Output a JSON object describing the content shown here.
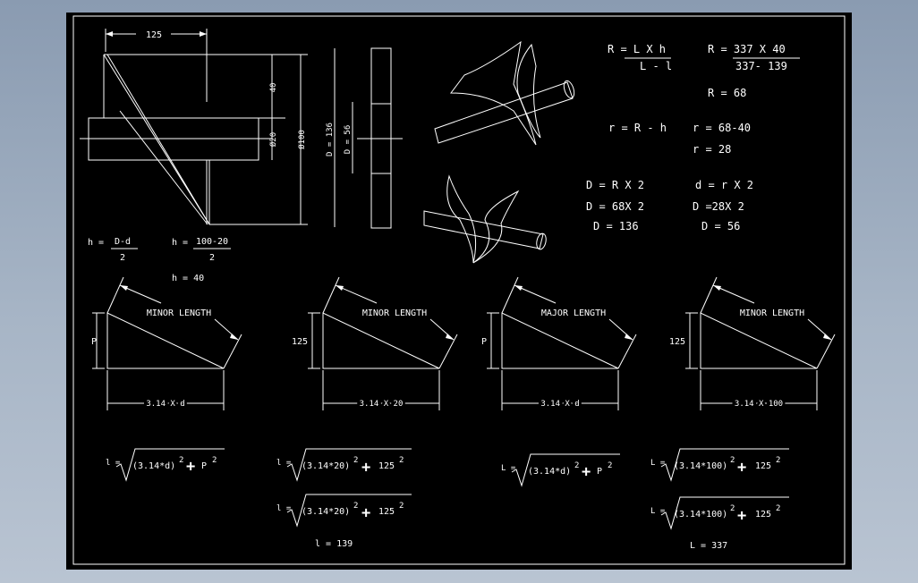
{
  "theme": {
    "background": "#000000",
    "stroke": "#ffffff",
    "frame_outer": "#8a9bb1"
  },
  "elevation": {
    "width_dim": "125",
    "dims": [
      "40",
      "Ø20",
      "Ø100",
      "D = 136",
      "D = 56"
    ]
  },
  "h_formula": {
    "lhs": "h =",
    "num1": "D-d",
    "den1": "2",
    "lhs2": "h =",
    "num2": "100-20",
    "den2": "2",
    "result": "h =  40"
  },
  "r_formula": {
    "line1_lhs": "R = L X h",
    "line1_den": "L - l",
    "line1_rhs": "R = 337 X 40",
    "line1_rhs_den": "337- 139",
    "line2": "R =    68",
    "line3a": "r =  R - h",
    "line3b": "r = 68-40",
    "line4": "r =  28"
  },
  "d_formula": {
    "row1a": "D = R X 2",
    "row1b": "d = r X 2",
    "row2a": "D = 68X 2",
    "row2b": "D =28X 2",
    "row3a": "D = 136",
    "row3b": "D = 56"
  },
  "triangles": [
    {
      "label": "MINOR LENGTH",
      "height": "P",
      "base": "3.14 X d"
    },
    {
      "label": "MINOR LENGTH",
      "height": "125",
      "base": "3.14 X 20"
    },
    {
      "label": "MAJOR LENGTH",
      "height": "P",
      "base": "3.14 X d"
    },
    {
      "label": "MINOR LENGTH",
      "height": "125",
      "base": "3.14 X 100"
    }
  ],
  "length_formulas": [
    {
      "lhs": "l =",
      "base": "(3.14*d)",
      "exp1": "2",
      "plus": "+",
      "term": "P",
      "exp2": "2"
    },
    {
      "lhs": "l =",
      "base": "(3.14*20)",
      "exp1": "2",
      "plus": "+",
      "term": "125",
      "exp2": "2"
    },
    {
      "lhs": "l =",
      "base": "(3.14*20)",
      "exp1": "2",
      "plus": "+",
      "term": "125",
      "exp2": "2"
    },
    {
      "lhs": "L =",
      "base": "(3.14*d)",
      "exp1": "2",
      "plus": "+",
      "term": "P",
      "exp2": "2"
    },
    {
      "lhs": "L =",
      "base": "(3.14*100)",
      "exp1": "2",
      "plus": "+",
      "term": "125",
      "exp2": "2"
    },
    {
      "lhs": "L =",
      "base": "(3.14*100)",
      "exp1": "2",
      "plus": "+",
      "term": "125",
      "exp2": "2"
    }
  ],
  "results": {
    "minor": "l =  139",
    "major": "L = 337"
  }
}
